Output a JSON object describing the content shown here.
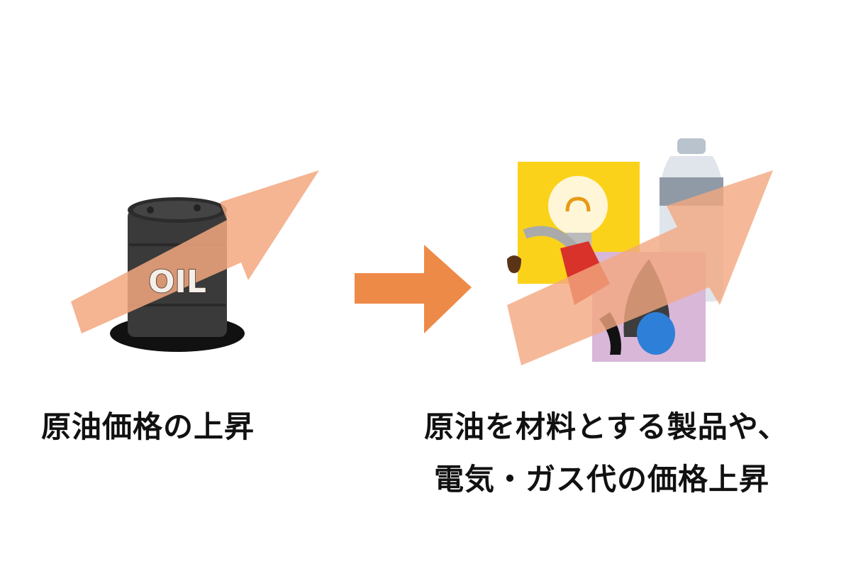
{
  "left": {
    "caption": "原油価格の上昇",
    "barrel_label": "OIL"
  },
  "right": {
    "caption_line1": "原油を材料とする製品や、",
    "caption_line2": "電気・ガス代の価格上昇"
  },
  "colors": {
    "up_arrow": "#f3a77f",
    "middle_arrow": "#ee8a48",
    "barrel": "#3a3a3a",
    "bulb_bg": "#fbd21a",
    "gas_bg": "#d9b7d9",
    "nozzle": "#d8322a",
    "bottle": "#c9d2dc"
  }
}
